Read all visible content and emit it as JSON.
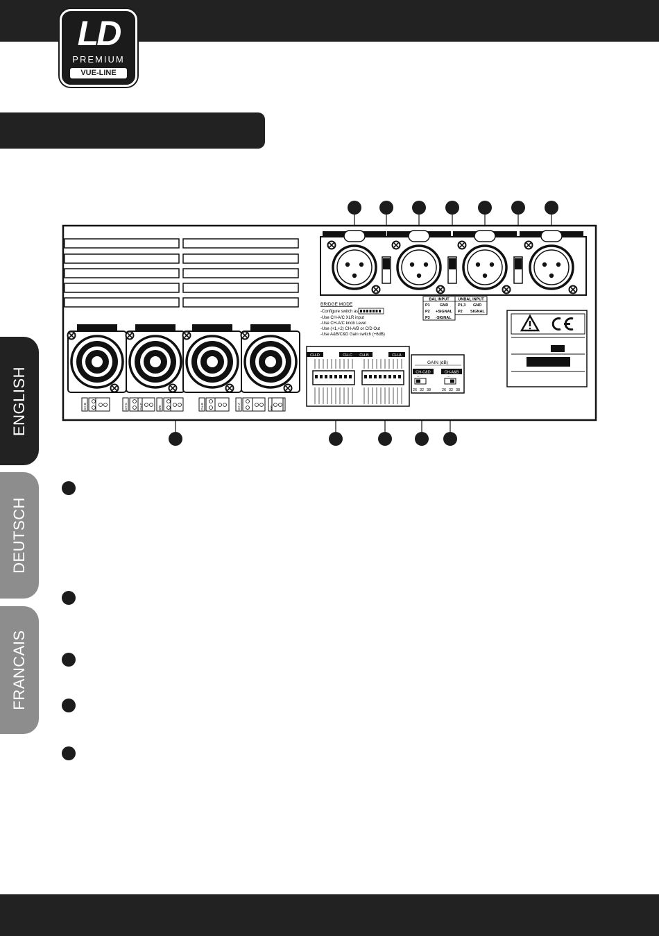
{
  "logo": {
    "main": "LD",
    "line1": "PREMIUM",
    "line2": "VUE-LINE"
  },
  "tabs": [
    {
      "label": "ENGLISH",
      "active": true
    },
    {
      "label": "DEUTSCH",
      "active": false
    },
    {
      "label": "FRANCAIS",
      "active": false
    }
  ],
  "panel": {
    "bridge_mode": {
      "title": "BRIDGE MODE",
      "lines": [
        "-Configure switch as",
        "-Use CH-A/C XLR input",
        "-Use CH-A/C knob Level",
        "-Use (+1,+2) CH-A/B or C/D Out",
        "-Use A&B/C&D Gain switch (+6dB)"
      ]
    },
    "bal_input": {
      "title": "BAL INPUT",
      "rows": [
        [
          "P1",
          "GND"
        ],
        [
          "P2",
          "+SIGNAL"
        ],
        [
          "P3",
          "-SIGNAL"
        ]
      ]
    },
    "unbal_input": {
      "title": "UNBAL INPUT",
      "rows": [
        [
          "P1,3",
          "GND"
        ],
        [
          "P2",
          "SIGNAL"
        ]
      ]
    },
    "dip_channels": [
      "CH-D",
      "CH-C",
      "CH-B",
      "CH-A"
    ],
    "gain": {
      "title": "GAIN (dB)",
      "switches": [
        "CH-C&D",
        "CH-A&B"
      ],
      "values": [
        "26",
        "32",
        "38"
      ]
    },
    "speaker_terms": [
      "CH-B",
      "CH-C",
      "CH-D",
      "BRI",
      "CH-B",
      "CH-A",
      "BRI"
    ]
  },
  "colors": {
    "dark": "#222222",
    "inactive_tab": "#8d8d8d"
  }
}
